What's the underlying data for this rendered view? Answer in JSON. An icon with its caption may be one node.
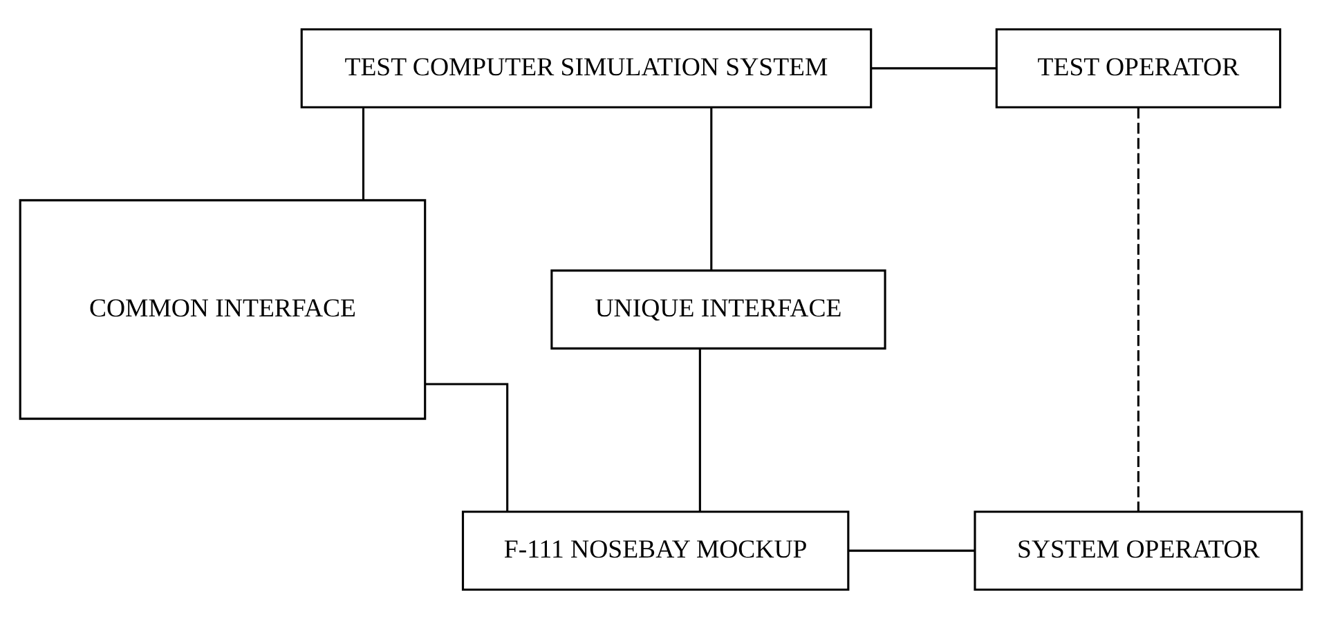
{
  "diagram": {
    "nodes": [
      {
        "text": [
          "TEST COMPUTER SIMULATION SYSTEM"
        ]
      },
      {
        "text": [
          "TEST OPERATOR"
        ]
      },
      {
        "text": [
          "UNIQUE INTERFACE"
        ]
      },
      {
        "text": [
          "COMMON INTERFACE"
        ]
      },
      {
        "text": [
          "F-111 NOSEBAY MOCKUP"
        ]
      },
      {
        "text": [
          "SYSTEM OPERATOR"
        ]
      }
    ],
    "edges": [
      {
        "from": 0,
        "to": 1,
        "arrow": "none"
      },
      {
        "from": 2,
        "to": 0,
        "arrow": "none"
      },
      {
        "from": 0,
        "to": 3,
        "arrow": "none"
      },
      {
        "from": 1,
        "to": 5,
        "arrow": "none",
        "style": "dashed"
      },
      {
        "from": 2,
        "to": 4,
        "arrow": "none"
      },
      {
        "from": 3,
        "to": 4,
        "arrow": "none"
      },
      {
        "from": 4,
        "to": 5,
        "arrow": "none"
      }
    ]
  }
}
